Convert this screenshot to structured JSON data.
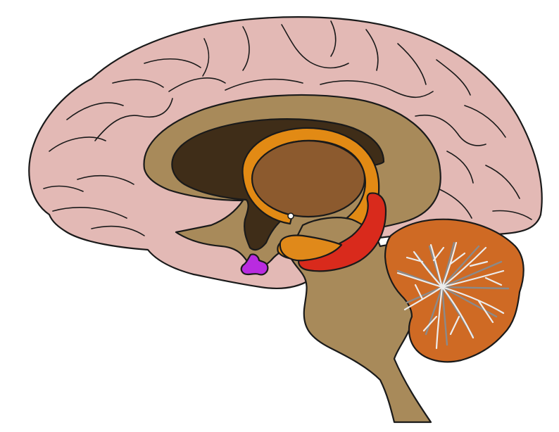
{
  "colors": {
    "cortex": "#e3b9b5",
    "white_matter": "#a88a5a",
    "ventricle": "#3f2d18",
    "thalamus": "#8c5a2e",
    "fornix": "#e28a14",
    "mammillary": "#e0891a",
    "tegmentum": "#d92a1c",
    "brainstem": "#a88a5a",
    "cerebellum": "#cf6a24",
    "pituitary": "#b92be0",
    "outline": "#1a1a1a",
    "arbor_vitae_gray": "#8a8a8a",
    "arbor_vitae_white": "#ececec"
  },
  "regions": [
    "cerebral-cortex",
    "corpus-callosum",
    "lateral-ventricle",
    "thalamus",
    "fornix",
    "mammillary-body",
    "midbrain-tegmentum",
    "brainstem",
    "cerebellum",
    "arbor-vitae",
    "pituitary-gland"
  ]
}
